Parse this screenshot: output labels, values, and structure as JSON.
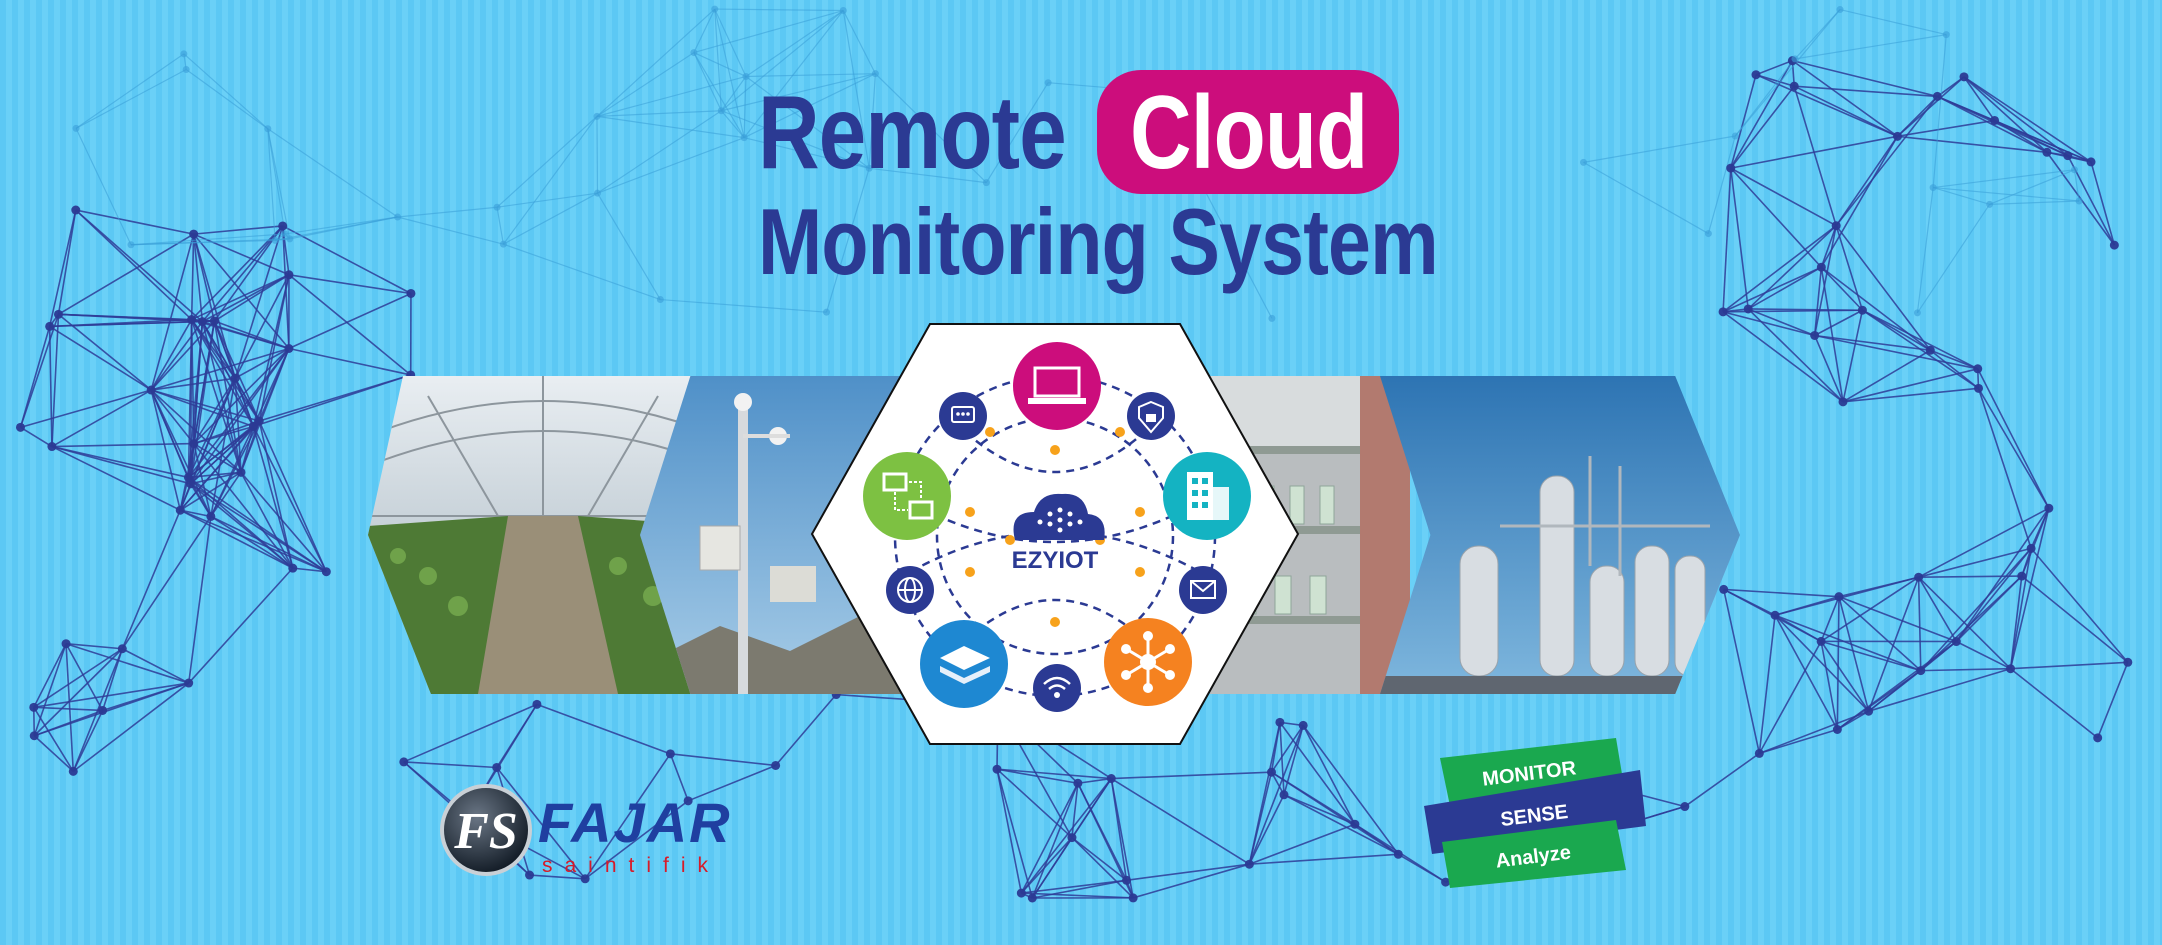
{
  "heading": {
    "line1_word1": "Remote",
    "line1_word2": "Cloud",
    "line2": "Monitoring System"
  },
  "center_badge": {
    "brand": "EZYIOT"
  },
  "company": {
    "name": "FAJAR",
    "sub": "saintifik",
    "mark": "FS"
  },
  "ribbon": {
    "line1": "MONITOR",
    "line2": "SENSE",
    "line3": "Analyze"
  },
  "colors": {
    "background": "#5cc8f4",
    "navy": "#2b3a93",
    "magenta": "#cc0d7c",
    "green": "#1aa84f",
    "orange": "#f58220",
    "teal": "#14b3c2",
    "lime": "#7dc142"
  },
  "icons": [
    "laptop-icon",
    "shield-lock-icon",
    "building-icon",
    "mail-icon",
    "network-hub-icon",
    "wifi-icon",
    "stacked-layers-icon",
    "globe-icon",
    "computers-link-icon",
    "chat-icon",
    "cloud-icon"
  ]
}
